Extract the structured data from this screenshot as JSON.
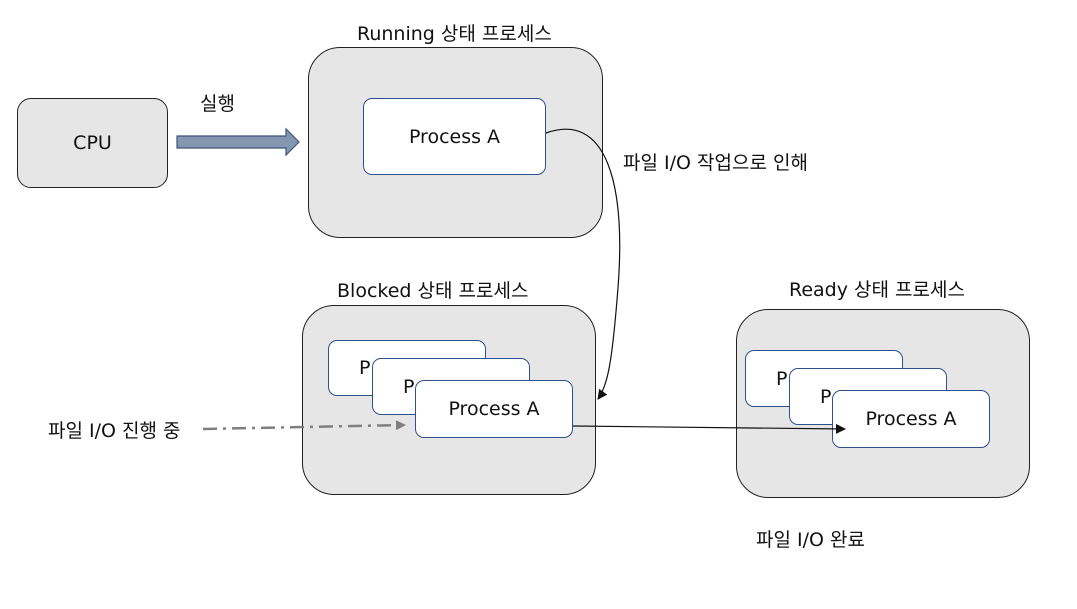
{
  "cpu": {
    "label": "CPU"
  },
  "execute_label": "실행",
  "running": {
    "title": "Running 상태 프로세스",
    "process": "Process A"
  },
  "io_reason_label": "파일 I/O 작업으로 인해",
  "blocked": {
    "title": "Blocked 상태 프로세스",
    "back1": "P",
    "back2": "P",
    "front": "Process A"
  },
  "ready": {
    "title": "Ready 상태 프로세스",
    "back1": "P",
    "back2": "P",
    "front": "Process A"
  },
  "io_in_progress_label": "파일 I/O 진행 중",
  "io_complete_label": "파일 I/O 완료",
  "colors": {
    "group_fill": "#e6e6e6",
    "arrow_fill": "#8497b0",
    "process_border": "#2f4f8f",
    "dash_arrow": "#7f7f7f"
  }
}
